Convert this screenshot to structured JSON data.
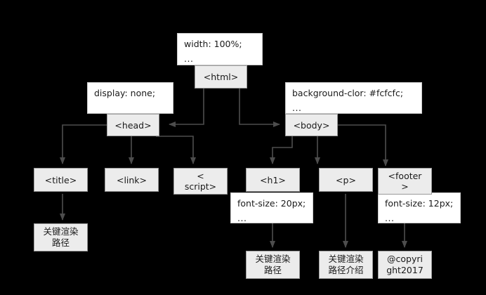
{
  "diagram": {
    "title": "HTML DOM / CSSOM render tree diagram",
    "background_color": "#000000",
    "node_fill": "#ececec",
    "node_border": "#9a9a9a",
    "note_fill": "#ffffff",
    "note_border": "#c8c8c8",
    "edge_color": "#4d4d4d"
  },
  "nodes": {
    "html": "<html>",
    "head": "<head>",
    "body": "<body>",
    "title": "<title>",
    "link": "<link>",
    "script": "<\nscript>",
    "h1": "<h1>",
    "p": "<p>",
    "footer": "<footer\n>"
  },
  "notes": {
    "html": {
      "line1": "width: 100%;",
      "line2": "..."
    },
    "head": {
      "line1": "display: none;",
      "line2": ""
    },
    "body": {
      "line1": "background-clor: #fcfcfc;",
      "line2": "..."
    },
    "script": {
      "line1": "font-size: 20px;",
      "line2": "..."
    },
    "footer": {
      "line1": "font-size: 12px;",
      "line2": "..."
    }
  },
  "leaves": {
    "title_text": "关键渲染\n路径",
    "h1_text": "关键渲染\n路径",
    "p_text": "关键渲染\n路径介绍",
    "footer_text": "@copyri\nght2017"
  }
}
